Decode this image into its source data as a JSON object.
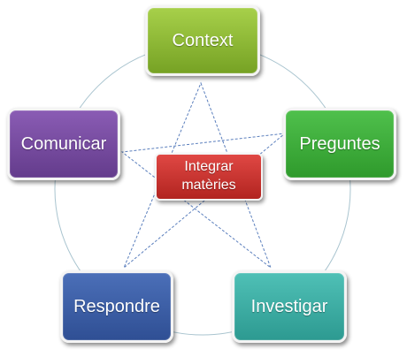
{
  "nodes": {
    "context": {
      "label": "Context",
      "color_top": "#a7d04a",
      "color_bottom": "#76a224"
    },
    "preguntes": {
      "label": "Preguntes",
      "color_top": "#4fc04c",
      "color_bottom": "#2f9a2c"
    },
    "investigar": {
      "label": "Investigar",
      "color_top": "#4fc0b6",
      "color_bottom": "#2d9a91"
    },
    "respondre": {
      "label": "Respondre",
      "color_top": "#4b6fb8",
      "color_bottom": "#2f4f94"
    },
    "comunicar": {
      "label": "Comunicar",
      "color_top": "#8a5cb4",
      "color_bottom": "#643c8c"
    },
    "center": {
      "label": "Integrar\nmatèries",
      "color_top": "#e04844",
      "color_bottom": "#b22420"
    }
  },
  "colors": {
    "circle": "#a9c4cf",
    "star_lines": "#5b7fbd"
  }
}
